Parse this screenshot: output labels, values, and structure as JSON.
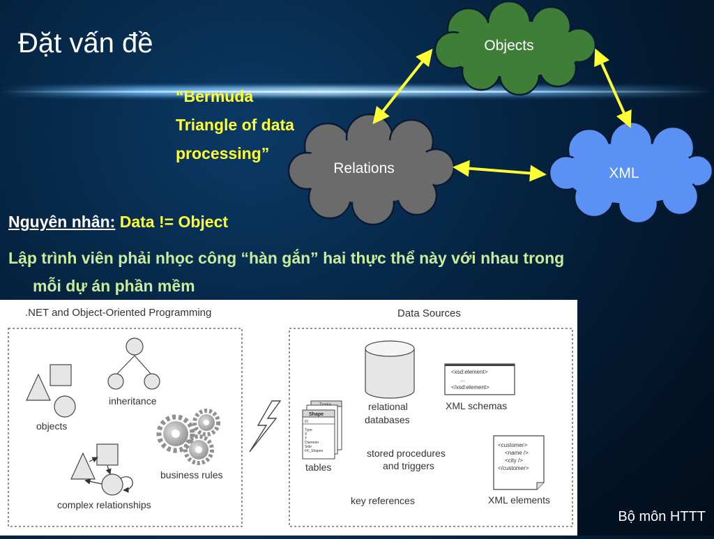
{
  "slide": {
    "title": "Đặt vấn đề",
    "bermuda_lines": [
      "“Bermuda",
      "Triangle of data",
      "processing”"
    ],
    "clouds": {
      "objects": "Objects",
      "relations": "Relations",
      "xml": "XML"
    },
    "reason_label": "Nguyên nhân:",
    "reason_value": "Data != Object",
    "desc_line1": "Lập trình viên phải nhọc công “hàn gắn” hai thực thể này với nhau trong",
    "desc_line2": "mỗi dự án phần mềm",
    "footer": "Bộ môn HTTT"
  },
  "colors": {
    "objects_cloud": "#3e7e37",
    "relations_cloud": "#6b6b6b",
    "xml_cloud": "#5b90f5",
    "arrow": "#ffff33",
    "highlight": "#ffff33",
    "desc_text": "#c9ec9c"
  },
  "figure": {
    "left_title": ".NET and Object-Oriented Programming",
    "right_title": "Data Sources",
    "objects": "objects",
    "inheritance": "inheritance",
    "business_rules": "business rules",
    "complex_relationships": "complex relationships",
    "tables": "tables",
    "table_name": "Shape",
    "table_fields": [
      "ID",
      "Type",
      "X",
      "Y",
      "Diameter",
      "Side",
      "FK_Shapes"
    ],
    "table_back_label": "Trogia",
    "relational_line1": "relational",
    "relational_line2": "databases",
    "xml_schemas": "XML schemas",
    "schema_line1": "<xsd:element>",
    "schema_line2": "...",
    "schema_line3": "</xsd:element>",
    "stored_line1": "stored procedures",
    "stored_line2": "and triggers",
    "key_references": "key references",
    "xml_elements": "XML elements",
    "xml_doc_lines": [
      "<customer>",
      "<name />",
      "<city />",
      "</customer>"
    ]
  }
}
